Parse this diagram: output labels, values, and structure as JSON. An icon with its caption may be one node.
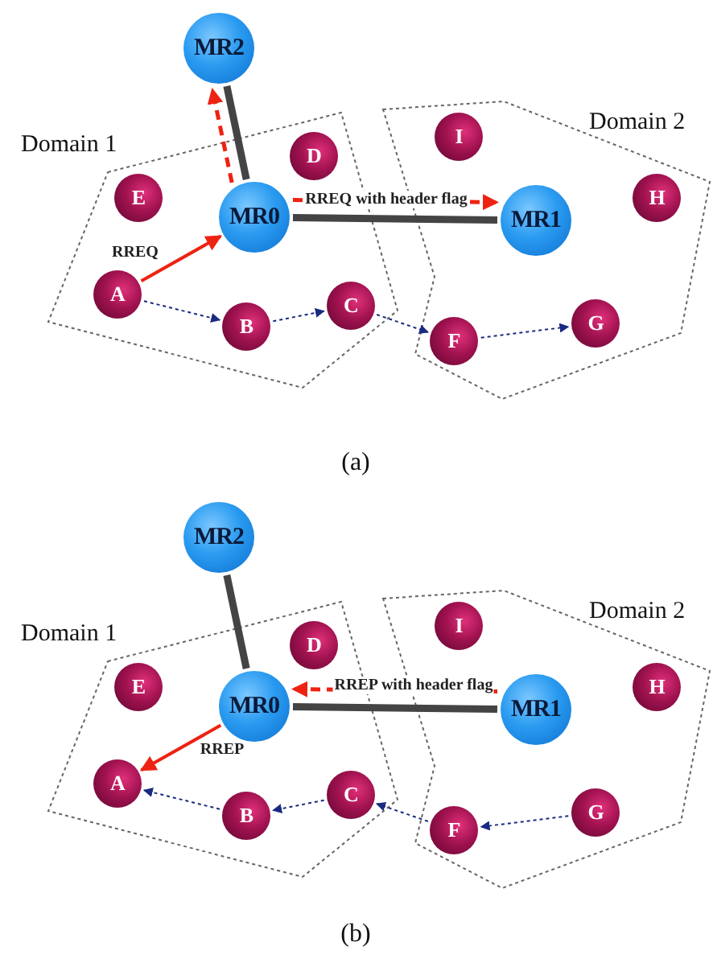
{
  "diagram": {
    "nodes": [
      {
        "text": [
          "MR2"
        ]
      },
      {
        "text": [
          "Domain 1"
        ]
      },
      {
        "text": [
          "Domain 2"
        ]
      },
      {
        "text": [
          "D"
        ],
        "in": 1
      },
      {
        "text": [
          "I"
        ],
        "in": 2
      },
      {
        "text": [
          "E"
        ],
        "in": 1
      },
      {
        "text": [
          "MR0"
        ],
        "in": 1
      },
      {
        "text": [
          "MR1"
        ],
        "in": 2
      },
      {
        "text": [
          "H"
        ],
        "in": 2
      },
      {
        "text": [
          "A"
        ],
        "in": 1
      },
      {
        "text": [
          "B"
        ],
        "in": 1
      },
      {
        "text": [
          "C"
        ],
        "in": 1
      },
      {
        "text": [
          "F"
        ],
        "in": 2
      },
      {
        "text": [
          "G"
        ],
        "in": 2
      },
      {
        "text": [
          "MR2"
        ]
      },
      {
        "text": [
          "Domain 1"
        ]
      },
      {
        "text": [
          "Domain 2"
        ]
      },
      {
        "text": [
          "D"
        ],
        "in": 15
      },
      {
        "text": [
          "I"
        ],
        "in": 16
      },
      {
        "text": [
          "E"
        ],
        "in": 15
      },
      {
        "text": [
          "MR0"
        ],
        "in": 15
      },
      {
        "text": [
          "MR1"
        ],
        "in": 16
      },
      {
        "text": [
          "H"
        ],
        "in": 16
      },
      {
        "text": [
          "A"
        ],
        "in": 15
      },
      {
        "text": [
          "B"
        ],
        "in": 15
      },
      {
        "text": [
          "C"
        ],
        "in": 15
      },
      {
        "text": [
          "F"
        ],
        "in": 16
      },
      {
        "text": [
          "G"
        ],
        "in": 16
      }
    ],
    "edges": [
      {
        "from": 9,
        "to": 6,
        "arrow": "to",
        "label": "RREQ",
        "color": "#ee2211"
      },
      {
        "from": 6,
        "to": 0,
        "arrow": "to",
        "style": "dashed",
        "color": "#ee2211"
      },
      {
        "from": 6,
        "to": 0,
        "arrow": "none",
        "style": "thick",
        "color": "#444444"
      },
      {
        "from": 6,
        "to": 7,
        "arrow": "none",
        "style": "thick",
        "color": "#444444"
      },
      {
        "from": 6,
        "to": 7,
        "arrow": "to",
        "style": "dashed",
        "label": "RREQ with header flag",
        "color": "#ee2211"
      },
      {
        "from": 9,
        "to": 10,
        "arrow": "to",
        "style": "dashed",
        "color": "#1a2a80"
      },
      {
        "from": 10,
        "to": 11,
        "arrow": "to",
        "style": "dashed",
        "color": "#1a2a80"
      },
      {
        "from": 11,
        "to": 12,
        "arrow": "to",
        "style": "dashed",
        "color": "#1a2a80"
      },
      {
        "from": 12,
        "to": 13,
        "arrow": "to",
        "style": "dashed",
        "color": "#1a2a80"
      },
      {
        "from": 14,
        "to": 20,
        "arrow": "none",
        "style": "thick",
        "color": "#444444"
      },
      {
        "from": 20,
        "to": 21,
        "arrow": "none",
        "style": "thick",
        "color": "#444444"
      },
      {
        "from": 21,
        "to": 20,
        "arrow": "to",
        "style": "dashed",
        "label": "RREP with header flag",
        "color": "#ee2211"
      },
      {
        "from": 20,
        "to": 23,
        "arrow": "to",
        "label": "RREP",
        "color": "#ee2211"
      },
      {
        "from": 27,
        "to": 26,
        "arrow": "to",
        "style": "dashed",
        "color": "#1a2a80"
      },
      {
        "from": 26,
        "to": 25,
        "arrow": "to",
        "style": "dashed",
        "color": "#1a2a80"
      },
      {
        "from": 25,
        "to": 24,
        "arrow": "to",
        "style": "dashed",
        "color": "#1a2a80"
      },
      {
        "from": 24,
        "to": 23,
        "arrow": "to",
        "style": "dashed",
        "color": "#1a2a80"
      }
    ],
    "labels": [
      "(a)",
      "(b)"
    ]
  }
}
